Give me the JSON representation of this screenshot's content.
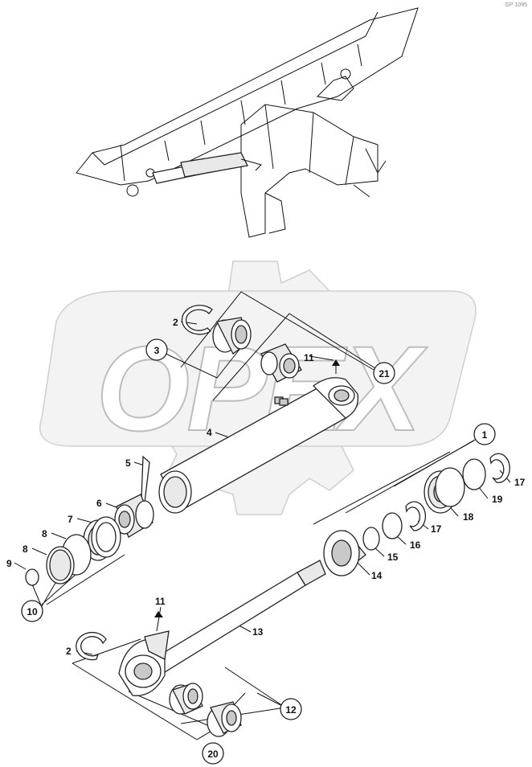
{
  "corner_code": "GP 1095",
  "watermark": "OPEX",
  "callouts": {
    "c1": "1",
    "c2a": "2",
    "c2b": "2",
    "c3": "3",
    "c4": "4",
    "c5": "5",
    "c6": "6",
    "c7": "7",
    "c8a": "8",
    "c8b": "8",
    "c9": "9",
    "c10": "10",
    "c11a": "11",
    "c11b": "11",
    "c12": "12",
    "c13": "13",
    "c14": "14",
    "c15": "15",
    "c16": "16",
    "c17a": "17",
    "c17b": "17",
    "c18": "18",
    "c19": "19",
    "c20": "20",
    "c21": "21"
  },
  "colors": {
    "line": "#111111",
    "watermark": "#f3f3f3",
    "part_shade": "#e9e9e9"
  }
}
